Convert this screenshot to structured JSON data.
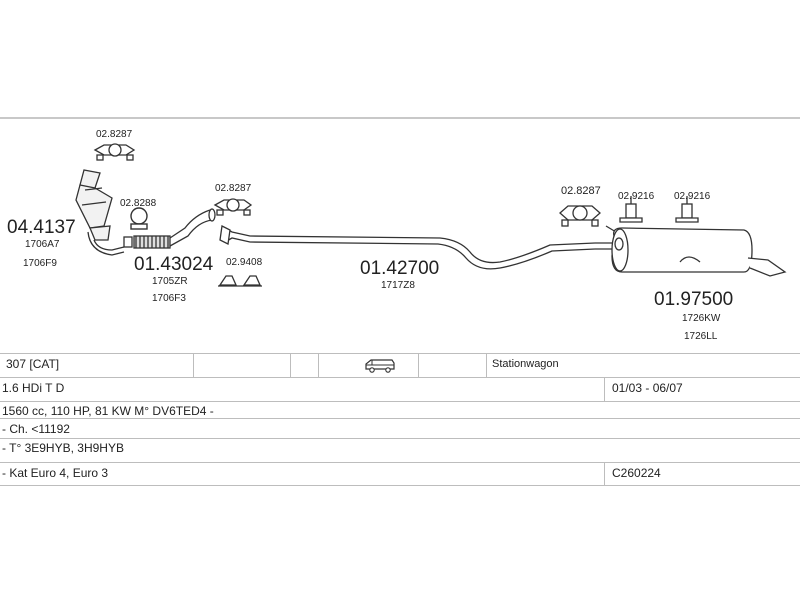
{
  "parts": [
    {
      "number": "04.4137",
      "codes": [
        "1706A7",
        "1706F9"
      ]
    },
    {
      "number": "01.43024",
      "codes": [
        "1705ZR",
        "1706F3"
      ]
    },
    {
      "number": "01.42700",
      "codes": [
        "1717Z8"
      ]
    },
    {
      "number": "01.97500",
      "codes": [
        "1726KW",
        "1726LL"
      ]
    }
  ],
  "fittings": [
    "02.8287",
    "02.8288",
    "02.8287",
    "02.9408",
    "02.8287",
    "02.9216",
    "02.9216"
  ],
  "table": {
    "model": "307  [CAT]",
    "body_type": "Stationwagon",
    "vehicle_icon": "van-icon",
    "engine": "1.6 HDi T D",
    "years": "01/03 - 06/07",
    "spec": "1560 cc, 110 HP, 81 KW M° DV6TED4 -",
    "chassis": "- Ch. <11192",
    "type_codes": "- T° 3E9HYB, 3H9HYB",
    "emission": "- Kat Euro 4, Euro 3",
    "catalogue_code": "C260224"
  }
}
